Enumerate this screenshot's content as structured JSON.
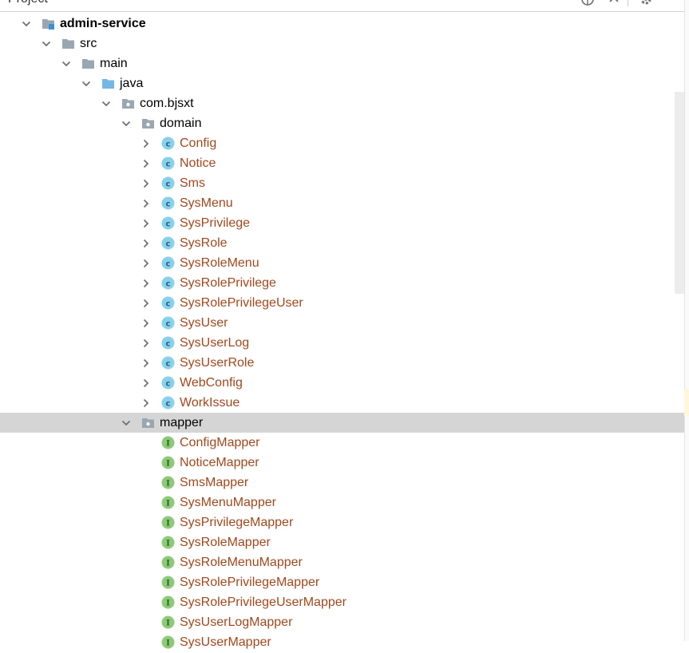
{
  "header": {
    "title": "Project",
    "icons": [
      "globe-icon",
      "collapse-icon",
      "gear-icon"
    ]
  },
  "tree": {
    "rows": [
      {
        "label": "admin-service",
        "depth": 0,
        "kind": "module",
        "expanded": true
      },
      {
        "label": "src",
        "depth": 1,
        "kind": "folder",
        "expanded": true
      },
      {
        "label": "main",
        "depth": 2,
        "kind": "folder",
        "expanded": true
      },
      {
        "label": "java",
        "depth": 3,
        "kind": "source-folder",
        "expanded": true
      },
      {
        "label": "com.bjsxt",
        "depth": 4,
        "kind": "package",
        "expanded": true
      },
      {
        "label": "domain",
        "depth": 5,
        "kind": "package",
        "expanded": true
      },
      {
        "label": "Config",
        "depth": 6,
        "kind": "class",
        "expanded": false
      },
      {
        "label": "Notice",
        "depth": 6,
        "kind": "class",
        "expanded": false
      },
      {
        "label": "Sms",
        "depth": 6,
        "kind": "class",
        "expanded": false
      },
      {
        "label": "SysMenu",
        "depth": 6,
        "kind": "class",
        "expanded": false
      },
      {
        "label": "SysPrivilege",
        "depth": 6,
        "kind": "class",
        "expanded": false
      },
      {
        "label": "SysRole",
        "depth": 6,
        "kind": "class",
        "expanded": false
      },
      {
        "label": "SysRoleMenu",
        "depth": 6,
        "kind": "class",
        "expanded": false
      },
      {
        "label": "SysRolePrivilege",
        "depth": 6,
        "kind": "class",
        "expanded": false
      },
      {
        "label": "SysRolePrivilegeUser",
        "depth": 6,
        "kind": "class",
        "expanded": false
      },
      {
        "label": "SysUser",
        "depth": 6,
        "kind": "class",
        "expanded": false
      },
      {
        "label": "SysUserLog",
        "depth": 6,
        "kind": "class",
        "expanded": false
      },
      {
        "label": "SysUserRole",
        "depth": 6,
        "kind": "class",
        "expanded": false
      },
      {
        "label": "WebConfig",
        "depth": 6,
        "kind": "class",
        "expanded": false
      },
      {
        "label": "WorkIssue",
        "depth": 6,
        "kind": "class",
        "expanded": false
      },
      {
        "label": "mapper",
        "depth": 5,
        "kind": "package",
        "expanded": true,
        "selected": true
      },
      {
        "label": "ConfigMapper",
        "depth": 6,
        "kind": "interface"
      },
      {
        "label": "NoticeMapper",
        "depth": 6,
        "kind": "interface"
      },
      {
        "label": "SmsMapper",
        "depth": 6,
        "kind": "interface"
      },
      {
        "label": "SysMenuMapper",
        "depth": 6,
        "kind": "interface"
      },
      {
        "label": "SysPrivilegeMapper",
        "depth": 6,
        "kind": "interface"
      },
      {
        "label": "SysRoleMapper",
        "depth": 6,
        "kind": "interface"
      },
      {
        "label": "SysRoleMenuMapper",
        "depth": 6,
        "kind": "interface"
      },
      {
        "label": "SysRolePrivilegeMapper",
        "depth": 6,
        "kind": "interface"
      },
      {
        "label": "SysRolePrivilegeUserMapper",
        "depth": 6,
        "kind": "interface"
      },
      {
        "label": "SysUserLogMapper",
        "depth": 6,
        "kind": "interface"
      },
      {
        "label": "SysUserMapper",
        "depth": 6,
        "kind": "interface"
      }
    ]
  },
  "colors": {
    "class_icon": "#87d1ec",
    "class_text": "#a0481c",
    "interface_icon": "#8cca78",
    "folder": "#9aa7b0",
    "source_folder": "#75b7e3",
    "selection": "#d5d5d5"
  }
}
